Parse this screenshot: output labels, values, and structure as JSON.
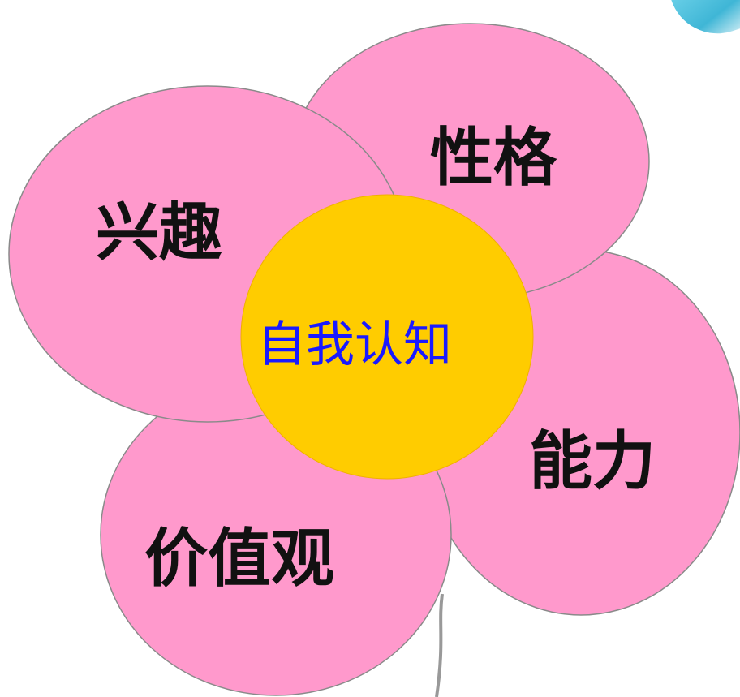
{
  "colors": {
    "petal_fill": "#ff99cc",
    "center_fill": "#ffcc00",
    "petal_text": "#111111",
    "center_text": "#1a1aff",
    "stem": "#999999",
    "corner_accent": "#3fb6d6"
  },
  "diagram": {
    "center": {
      "label": "自我认知"
    },
    "petals": [
      {
        "id": "interest",
        "label": "兴趣"
      },
      {
        "id": "personality",
        "label": "性格"
      },
      {
        "id": "ability",
        "label": "能力"
      },
      {
        "id": "values",
        "label": "价值观"
      }
    ]
  }
}
